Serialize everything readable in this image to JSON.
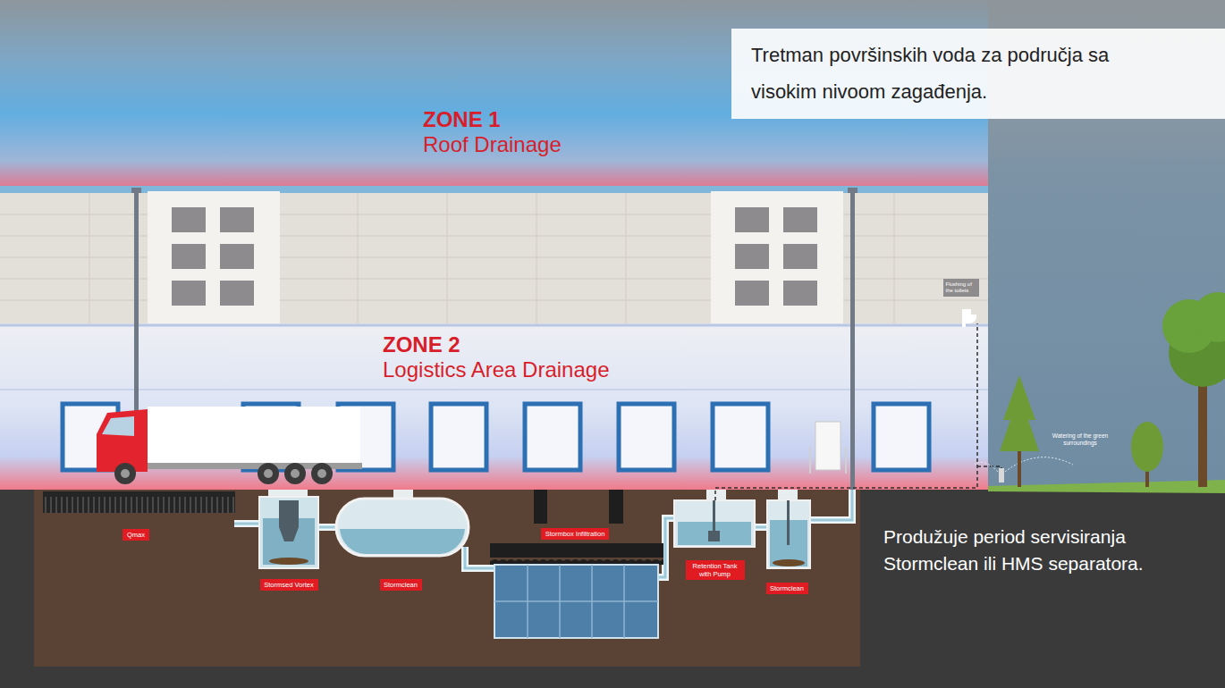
{
  "diagram": {
    "title": "Tretman površinskih voda za područja sa visokim nivoom zagađenja.",
    "caption": "Produžuje period servisiranja Stormclean ili HMS separatora.",
    "nodes": [
      {
        "text": [
          "ZONE 1",
          "Roof Drainage"
        ]
      },
      {
        "text": [
          "ZONE 2",
          "Logistics Area Drainage"
        ]
      },
      {
        "text": [
          "Flushing of the toilets"
        ]
      },
      {
        "text": [
          "Qmax"
        ]
      },
      {
        "text": [
          "Stormsed Vortex"
        ]
      },
      {
        "text": [
          "Stormclean"
        ]
      },
      {
        "text": [
          "Stormbox Infiltration"
        ]
      },
      {
        "text": [
          "Retention Tank with Pump"
        ]
      },
      {
        "text": [
          "Stormclean"
        ]
      }
    ],
    "labels": [
      "Watering of the green surroundings"
    ]
  }
}
